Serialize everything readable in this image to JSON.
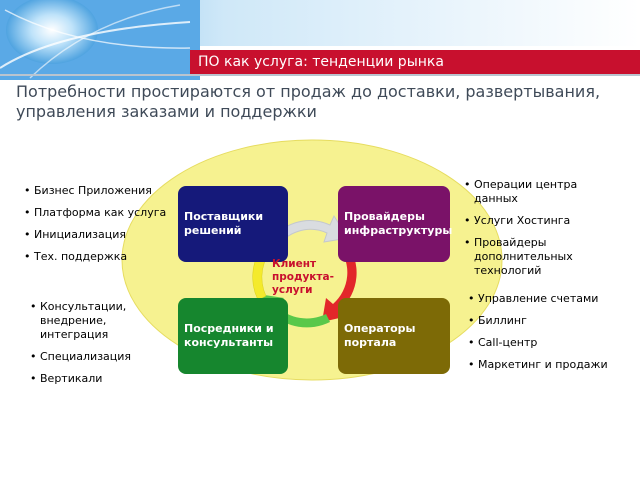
{
  "header": {
    "title": "ПО как услуга: тенденции рынка",
    "subtitle": "Потребности простираются  от продаж до доставки, развертывания, управления заказами и поддержки"
  },
  "diagram": {
    "boxes": {
      "top_left": "Поставщики решений",
      "top_right": "Провайдеры инфраструктуры",
      "bottom_left": "Посредники и консультанты",
      "bottom_right": "Операторы портала"
    },
    "center": "Клиент продукта-услуги",
    "lists": {
      "top_left": [
        "Бизнес Приложения",
        "Платформа как услуга",
        "Инициализация",
        "Тех. поддержка"
      ],
      "bottom_left": [
        "Консультации, внедрение, интеграция",
        "Специализация",
        "Вертикали"
      ],
      "top_right": [
        "Операции центра данных",
        "Услуги Хостинга",
        "Провайдеры дополнительных технологий"
      ],
      "bottom_right": [
        "Управление счетами",
        "Биллинг",
        "Call-центр",
        "Маркетинг и продажи"
      ]
    }
  },
  "colors": {
    "banner": "#c8102e",
    "ellipse": "#f6f290",
    "box_navy": "#15197a",
    "box_purple": "#7a1268",
    "box_green": "#16862e",
    "box_olive": "#7d6a06",
    "arrow_yellow": "#f4ea2c",
    "arrow_red": "#e2262a",
    "arrow_green": "#59c84a",
    "arrow_gray": "#d9dce0"
  }
}
